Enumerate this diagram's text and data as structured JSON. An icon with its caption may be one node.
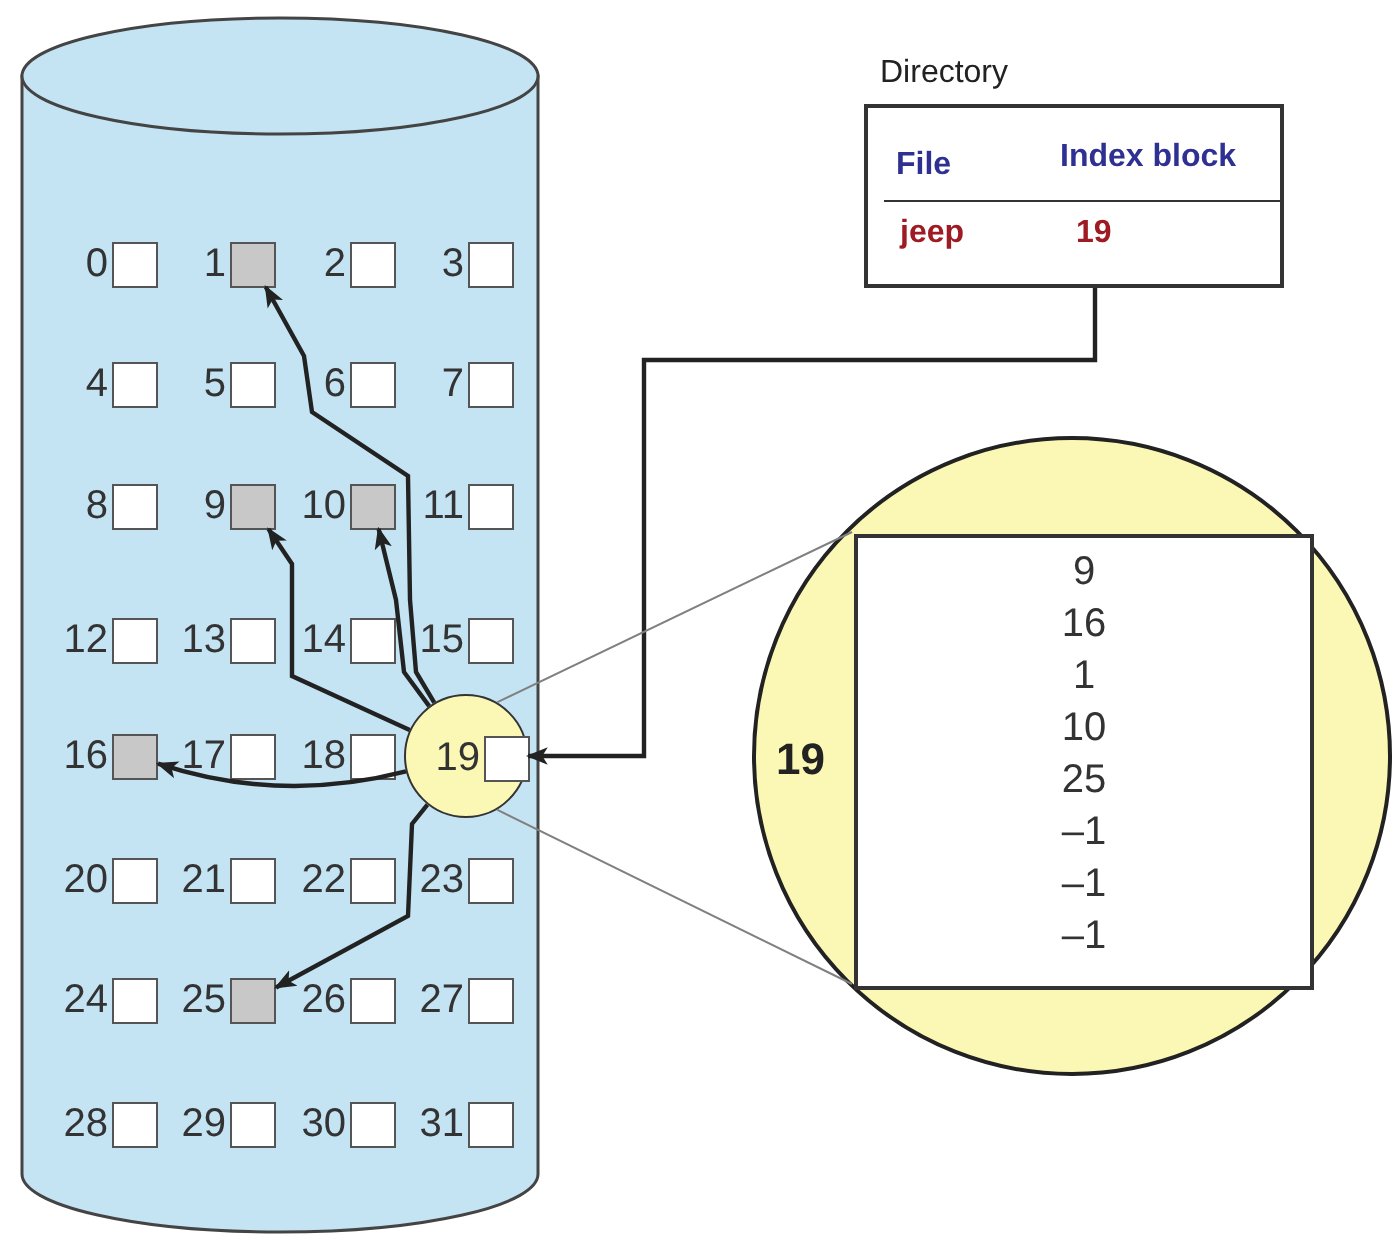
{
  "diagram": {
    "nodes": [
      {
        "text": [],
        "shape": "cylinder"
      },
      {
        "text": [],
        "shape": "box",
        "beside": [
          "0"
        ],
        "in": 0
      },
      {
        "text": [],
        "shape": "box",
        "beside": [
          "1"
        ],
        "in": 0
      },
      {
        "text": [],
        "shape": "box",
        "beside": [
          "2"
        ],
        "in": 0
      },
      {
        "text": [],
        "shape": "box",
        "beside": [
          "3"
        ],
        "in": 0
      },
      {
        "text": [],
        "shape": "box",
        "beside": [
          "4"
        ],
        "in": 0
      },
      {
        "text": [],
        "shape": "box",
        "beside": [
          "5"
        ],
        "in": 0
      },
      {
        "text": [],
        "shape": "box",
        "beside": [
          "6"
        ],
        "in": 0
      },
      {
        "text": [],
        "shape": "box",
        "beside": [
          "7"
        ],
        "in": 0
      },
      {
        "text": [],
        "shape": "box",
        "beside": [
          "8"
        ],
        "in": 0
      },
      {
        "text": [],
        "shape": "box",
        "beside": [
          "9"
        ],
        "in": 0
      },
      {
        "text": [],
        "shape": "box",
        "beside": [
          "10"
        ],
        "in": 0
      },
      {
        "text": [],
        "shape": "box",
        "beside": [
          "11"
        ],
        "in": 0
      },
      {
        "text": [],
        "shape": "box",
        "beside": [
          "12"
        ],
        "in": 0
      },
      {
        "text": [],
        "shape": "box",
        "beside": [
          "13"
        ],
        "in": 0
      },
      {
        "text": [],
        "shape": "box",
        "beside": [
          "14"
        ],
        "in": 0
      },
      {
        "text": [],
        "shape": "box",
        "beside": [
          "15"
        ],
        "in": 0
      },
      {
        "text": [],
        "shape": "box",
        "beside": [
          "16"
        ],
        "in": 0
      },
      {
        "text": [],
        "shape": "box",
        "beside": [
          "17"
        ],
        "in": 0
      },
      {
        "text": [],
        "shape": "box",
        "beside": [
          "18"
        ],
        "in": 0
      },
      {
        "text": [],
        "shape": "circle",
        "in": 0
      },
      {
        "text": [],
        "shape": "box",
        "beside": [
          "19"
        ],
        "in": 20
      },
      {
        "text": [],
        "shape": "box",
        "beside": [
          "20"
        ],
        "in": 0
      },
      {
        "text": [],
        "shape": "box",
        "beside": [
          "21"
        ],
        "in": 0
      },
      {
        "text": [],
        "shape": "box",
        "beside": [
          "22"
        ],
        "in": 0
      },
      {
        "text": [],
        "shape": "box",
        "beside": [
          "23"
        ],
        "in": 0
      },
      {
        "text": [],
        "shape": "box",
        "beside": [
          "24"
        ],
        "in": 0
      },
      {
        "text": [],
        "shape": "box",
        "beside": [
          "25"
        ],
        "in": 0
      },
      {
        "text": [],
        "shape": "box",
        "beside": [
          "26"
        ],
        "in": 0
      },
      {
        "text": [],
        "shape": "box",
        "beside": [
          "27"
        ],
        "in": 0
      },
      {
        "text": [],
        "shape": "box",
        "beside": [
          "28"
        ],
        "in": 0
      },
      {
        "text": [],
        "shape": "box",
        "beside": [
          "29"
        ],
        "in": 0
      },
      {
        "text": [],
        "shape": "box",
        "beside": [
          "30"
        ],
        "in": 0
      },
      {
        "text": [],
        "shape": "box",
        "beside": [
          "31"
        ],
        "in": 0
      },
      {
        "text": [
          "19"
        ]
      },
      {
        "text": [
          "9",
          "16",
          "1",
          "10",
          "25",
          "–1",
          "–1",
          "–1"
        ],
        "in": 34
      },
      {
        "text": [
          "Directory",
          "File",
          "Index block",
          "jeep",
          "19"
        ]
      }
    ],
    "edges": [
      {
        "from": 36,
        "to": 21,
        "arrow": "to"
      },
      {
        "from": 20,
        "to": 10,
        "arrow": "to"
      },
      {
        "from": 20,
        "to": 11,
        "arrow": "to"
      },
      {
        "from": 20,
        "to": 2,
        "arrow": "to"
      },
      {
        "from": 20,
        "to": 17,
        "arrow": "to"
      },
      {
        "from": 20,
        "to": 27,
        "arrow": "to"
      },
      {
        "from": 20,
        "to": 35,
        "arrow": "none",
        "color": "#808080"
      },
      {
        "from": 20,
        "to": 35,
        "arrow": "none",
        "color": "#808080"
      }
    ]
  }
}
